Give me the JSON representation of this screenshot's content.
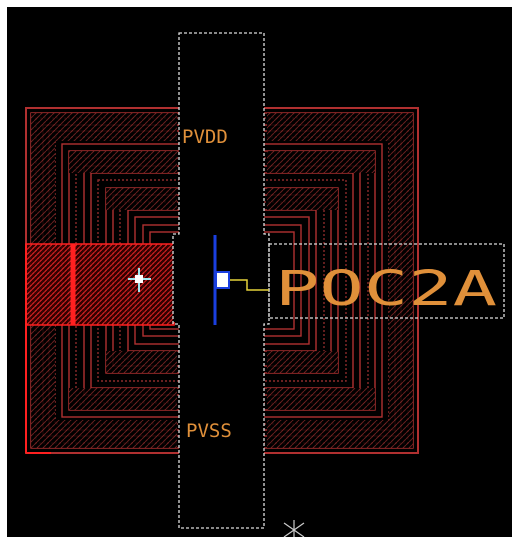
{
  "viewport": {
    "background": "#000000",
    "frame_color": "#ffffff"
  },
  "colors": {
    "metal": "#b03030",
    "metal_hatch": "#8a2a2a",
    "highlight": "#ff2020",
    "outline": "#dddddd",
    "label": "#e0903a",
    "pin_blue": "#1a3fe0",
    "wire_yellow": "#e6d23a",
    "cursor_cyan": "#a0e8f0",
    "cross_white": "#cccccc"
  },
  "labels": {
    "top_pin": "PVDD",
    "bottom_pin": "PVSS",
    "cell_name": "POC2A"
  },
  "icons": {
    "cursor": "crosshair-cursor-icon",
    "origin": "origin-cross-icon"
  }
}
